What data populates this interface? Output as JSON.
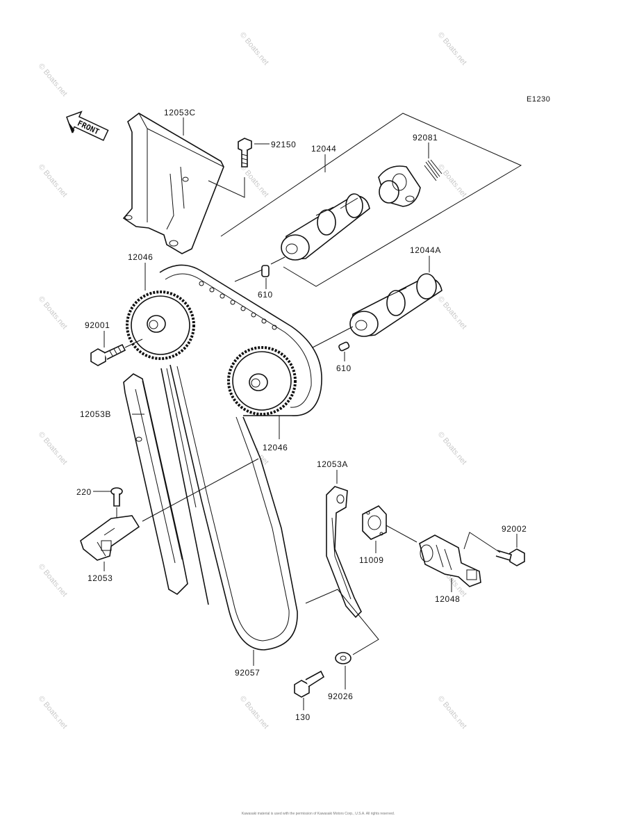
{
  "diagram_code": "E1230",
  "front_label": "FRONT",
  "watermark": "© Boats.net",
  "footer_text": "Kawasaki material is used with the permission of Kawasaki Motors Corp., U.S.A. All rights reserved.",
  "labels": {
    "p12053C": "12053C",
    "p92150": "92150",
    "p12044": "12044",
    "p92081": "92081",
    "p12046": "12046",
    "p610a": "610",
    "p12044A": "12044A",
    "p92001": "92001",
    "p610b": "610",
    "p12053B": "12053B",
    "p12046b": "12046",
    "p12053A": "12053A",
    "p220": "220",
    "p92002": "92002",
    "p11009": "11009",
    "p12053": "12053",
    "p12048": "12048",
    "p92057": "92057",
    "p92026": "92026",
    "p130": "130"
  }
}
